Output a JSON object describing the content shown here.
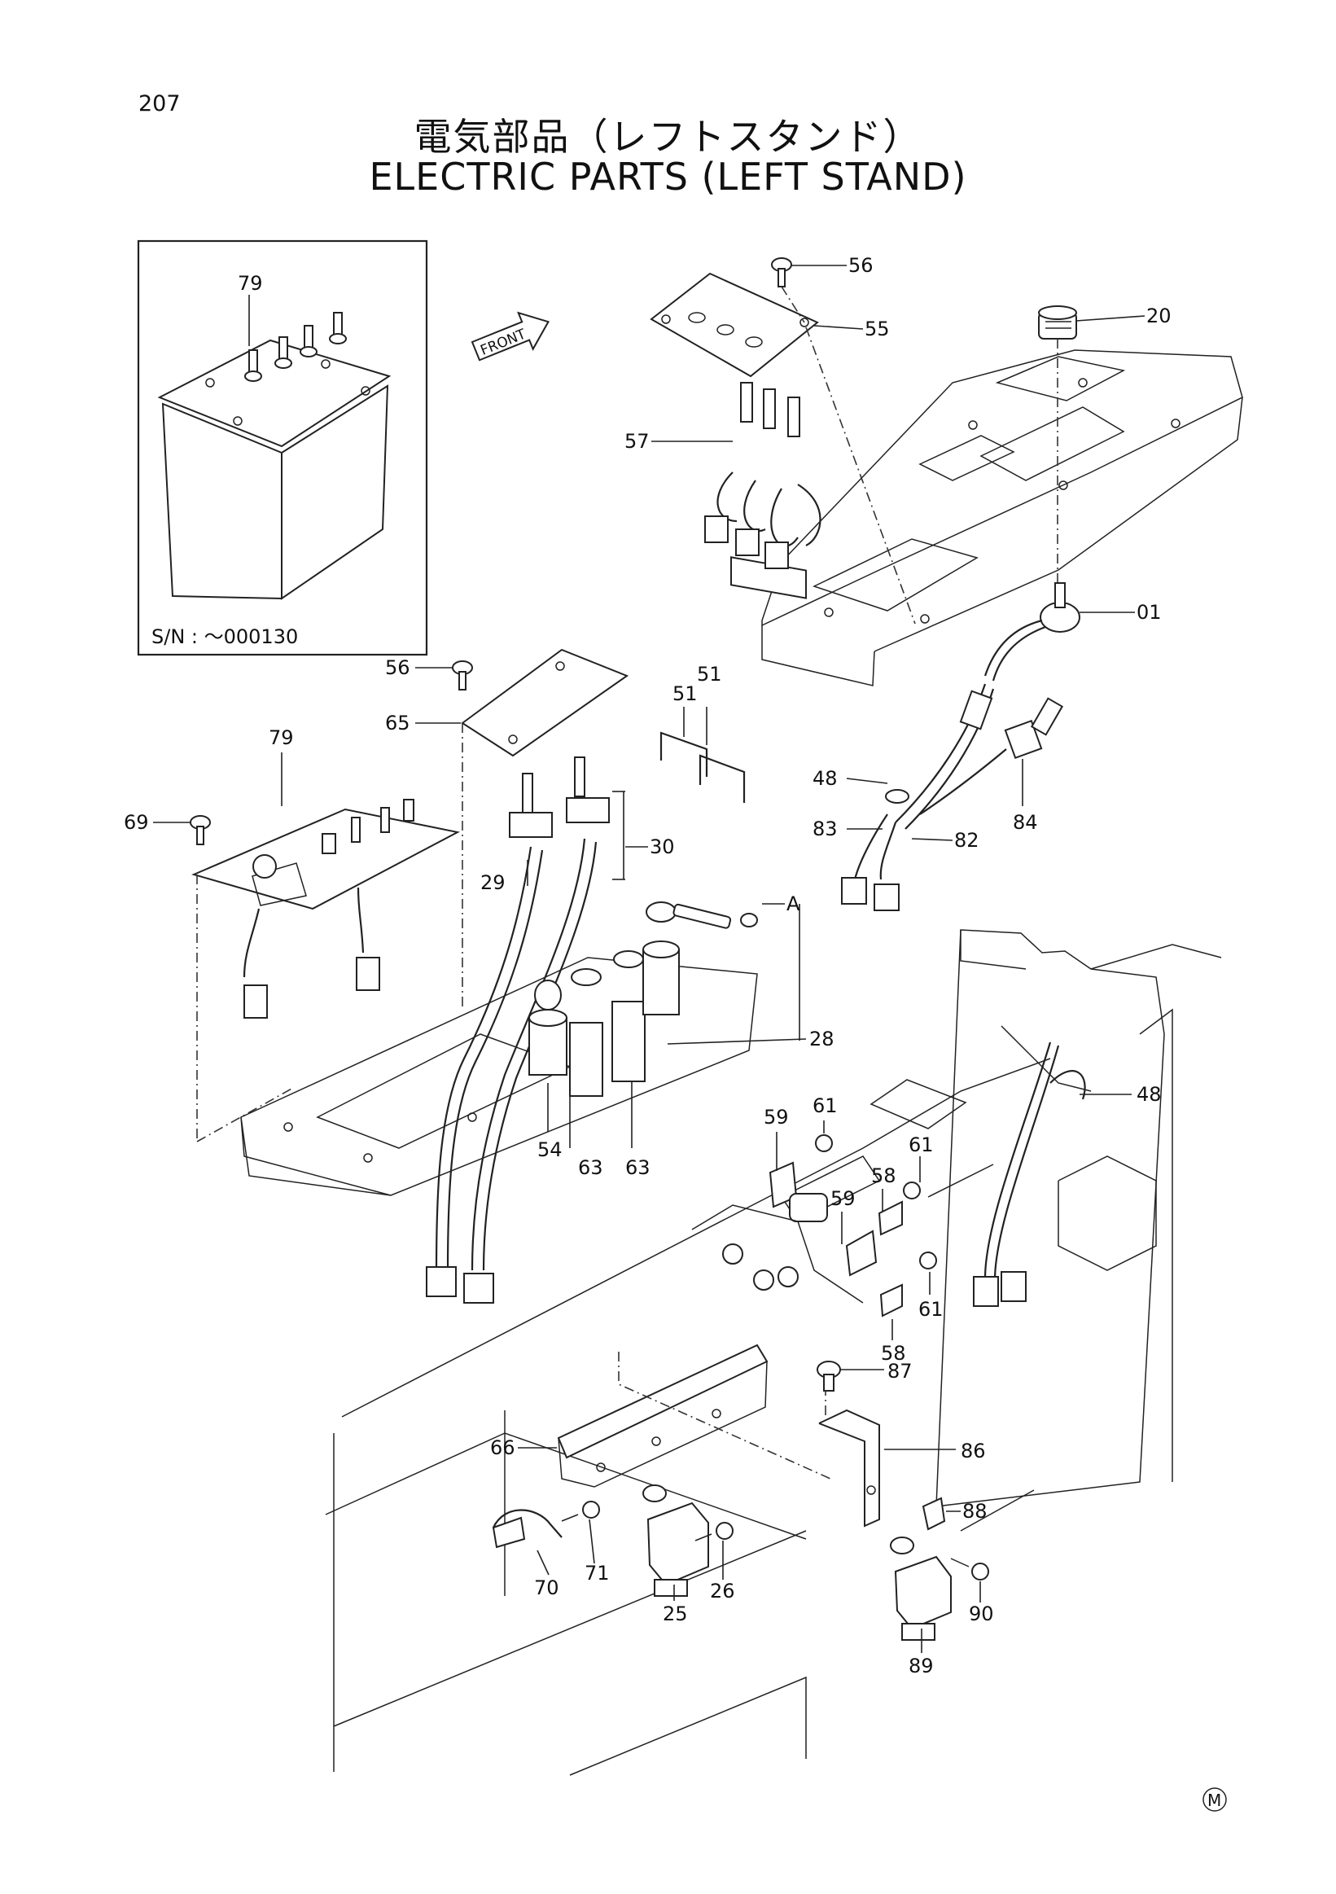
{
  "page_number": "207",
  "title_jp": "電気部品（レフトスタンド）",
  "title_en": "ELECTRIC PARTS (LEFT STAND)",
  "inset": {
    "part_label": "79",
    "serial_note": "S/N :  ～000130"
  },
  "front_arrow": "FRONT",
  "detail_ref": "A",
  "callouts": {
    "p01": "01",
    "p20": "20",
    "p25": "25",
    "p26": "26",
    "p28": "28",
    "p29": "29",
    "p30": "30",
    "p48a": "48",
    "p48b": "48",
    "p51a": "51",
    "p51b": "51",
    "p54": "54",
    "p55": "55",
    "p56a": "56",
    "p56b": "56",
    "p57": "57",
    "p58a": "58",
    "p58b": "58",
    "p59a": "59",
    "p59b": "59",
    "p61a": "61",
    "p61b": "61",
    "p61c": "61",
    "p63a": "63",
    "p63b": "63",
    "p65": "65",
    "p66": "66",
    "p69": "69",
    "p70": "70",
    "p71": "71",
    "p79": "79",
    "p82": "82",
    "p83": "83",
    "p84": "84",
    "p86": "86",
    "p87": "87",
    "p88": "88",
    "p89": "89",
    "p90": "90"
  },
  "corner_mark": "M"
}
